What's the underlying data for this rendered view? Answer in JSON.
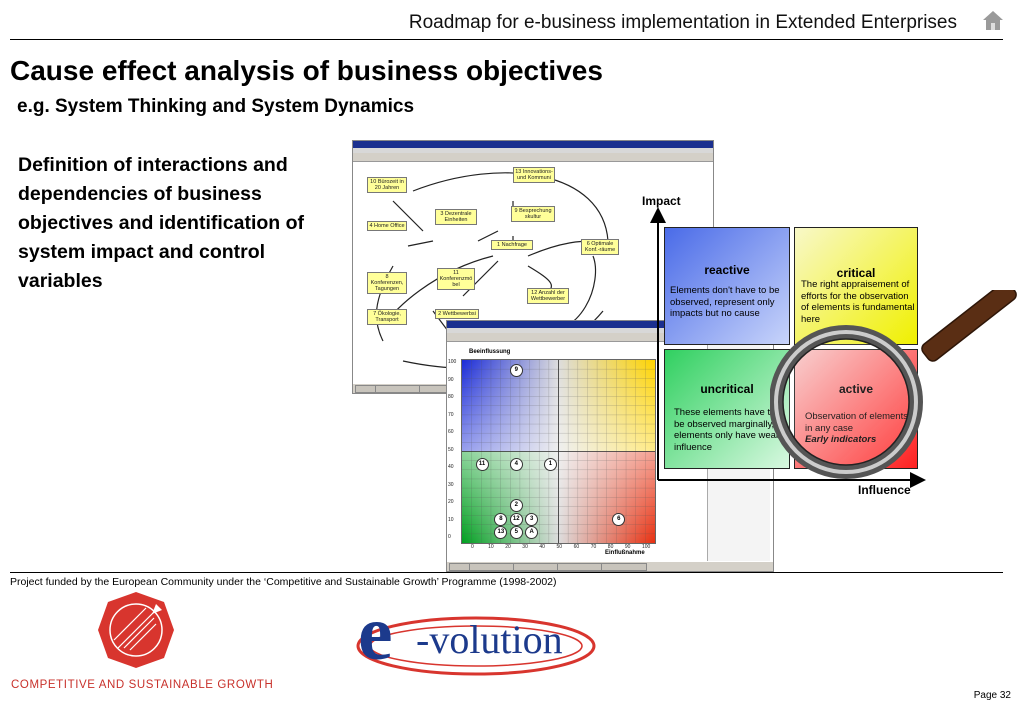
{
  "header": {
    "title": "Roadmap for e-business implementation in Extended Enterprises",
    "home_icon": "home-icon"
  },
  "slide": {
    "title": "Cause effect analysis of business objectives",
    "subtitle": "e.g. System Thinking and System Dynamics",
    "definition": "Definition of interactions and dependencies of business objectives and identification of system impact and control variables"
  },
  "screenshot_system_map": {
    "nodes": [
      {
        "id": "n10",
        "text": "10 Bürozeit in 20 Jahren"
      },
      {
        "id": "n13",
        "text": "13 Innovations- und Kommuni"
      },
      {
        "id": "n3",
        "text": "3 Dezentrale Einheiten"
      },
      {
        "id": "n9",
        "text": "9 Besprechung skultur"
      },
      {
        "id": "n4",
        "text": "4 Home Office"
      },
      {
        "id": "n1",
        "text": "1 Nachfrage"
      },
      {
        "id": "n6",
        "text": "6 Optimale Konf.-räume"
      },
      {
        "id": "n8",
        "text": "8 Konferenzen, Tagungen"
      },
      {
        "id": "n11",
        "text": "11 Konferenzmö bel"
      },
      {
        "id": "n12",
        "text": "12 Anzahl der Wettbewerber"
      },
      {
        "id": "n7",
        "text": "7 Ökologie, Transport"
      },
      {
        "id": "n2",
        "text": "2 Wettbewerbsi"
      }
    ]
  },
  "screenshot_influence_chart": {
    "y_label": "Beeinflussung",
    "x_label": "Einflußnahme",
    "y_ticks": [
      "100",
      "90",
      "80",
      "70",
      "60",
      "50",
      "40",
      "30",
      "20",
      "10",
      "0"
    ],
    "x_ticks": [
      "0",
      "10",
      "20",
      "30",
      "40",
      "50",
      "60",
      "70",
      "80",
      "90",
      "100"
    ],
    "bubbles": [
      {
        "label": "9",
        "x": 25,
        "y": 97
      },
      {
        "label": "11",
        "x": 5,
        "y": 41
      },
      {
        "label": "4",
        "x": 25,
        "y": 41
      },
      {
        "label": "1",
        "x": 45,
        "y": 41
      },
      {
        "label": "2",
        "x": 25,
        "y": 16
      },
      {
        "label": "8",
        "x": 16,
        "y": 8
      },
      {
        "label": "12",
        "x": 25,
        "y": 8
      },
      {
        "label": "3",
        "x": 34,
        "y": 8
      },
      {
        "label": "6",
        "x": 85,
        "y": 8
      },
      {
        "label": "13",
        "x": 16,
        "y": 0
      },
      {
        "label": "5",
        "x": 25,
        "y": 0
      },
      {
        "label": "A",
        "x": 34,
        "y": 0
      }
    ]
  },
  "quadrant": {
    "y_axis_label": "Impact",
    "x_axis_label": "Influence",
    "reactive": {
      "title": "reactive",
      "text": "Elements don't have to be observed, represent only impacts but  no cause",
      "color": "#6a8ff0"
    },
    "critical": {
      "title": "critical",
      "text": "The right appraisement of efforts for the observation of elements is fundamental here",
      "color": "#f7f77a"
    },
    "uncritical": {
      "title": "uncritical",
      "text": "These elements have to be observed marginally,  elements only have  weak influence",
      "color": "#8ff0a8"
    },
    "active": {
      "title": "active",
      "text": "Observation of elements in any case",
      "emphasis": "Early indicators",
      "color": "#ff7070"
    }
  },
  "footer": {
    "funding": "Project funded by the European Community under the ‘Competitive and Sustainable Growth’ Programme (1998-2002)",
    "cg_logo_text": "COMPETITIVE AND SUSTAINABLE GROWTH",
    "evolution_logo_letter": "e",
    "evolution_logo_word": "-volution",
    "page_number": "Page 32"
  }
}
